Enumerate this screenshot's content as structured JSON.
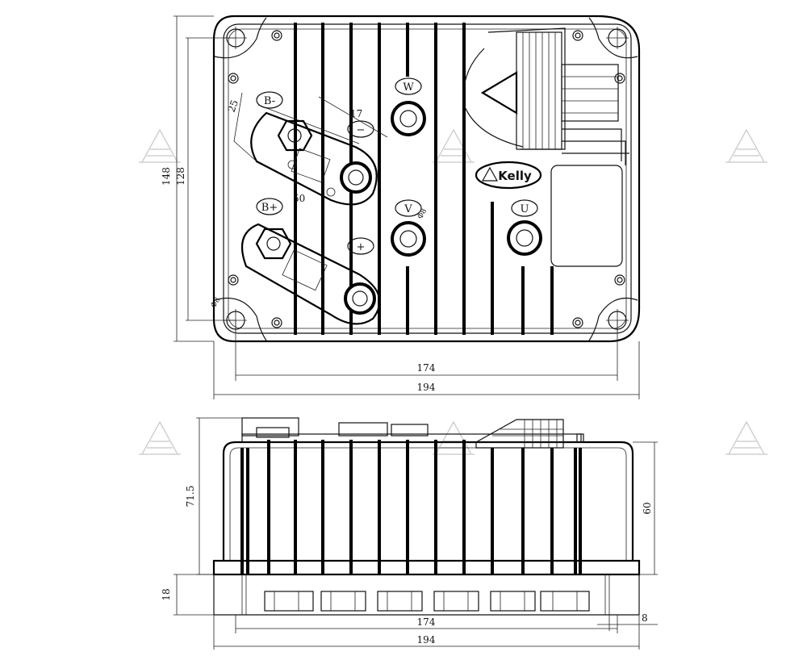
{
  "dimensions": {
    "top_width_outer": "194",
    "top_width_holes": "174",
    "top_height_outer": "148",
    "top_height_inner": "128",
    "busbar_width": "25",
    "busbar_small": "17",
    "busbar_length": "50",
    "hole_diameter": "Φ8",
    "corner_hole": "Φ8",
    "side_height_total": "71.5",
    "side_height_body": "60",
    "side_base": "18",
    "side_width_holes": "174",
    "side_width_outer": "194",
    "side_foot": "8"
  },
  "terminals": {
    "b_minus": "B-",
    "b_plus": "B+",
    "minus": "−",
    "plus": "+",
    "w": "W",
    "v": "V",
    "u": "U"
  },
  "brand": {
    "logo": "Kelly"
  }
}
